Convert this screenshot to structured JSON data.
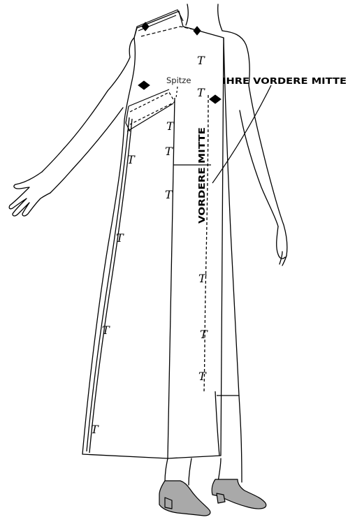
{
  "labels": {
    "spitze": "Spitze",
    "ihre_vordere_mitte": "IHRE VORDERE MITTE",
    "vordere_mitte": "VORDERE MITTE",
    "t_mark": "T"
  },
  "colors": {
    "line": "#000000",
    "shoe_fill": "#a9a9a9",
    "background": "#ffffff"
  }
}
